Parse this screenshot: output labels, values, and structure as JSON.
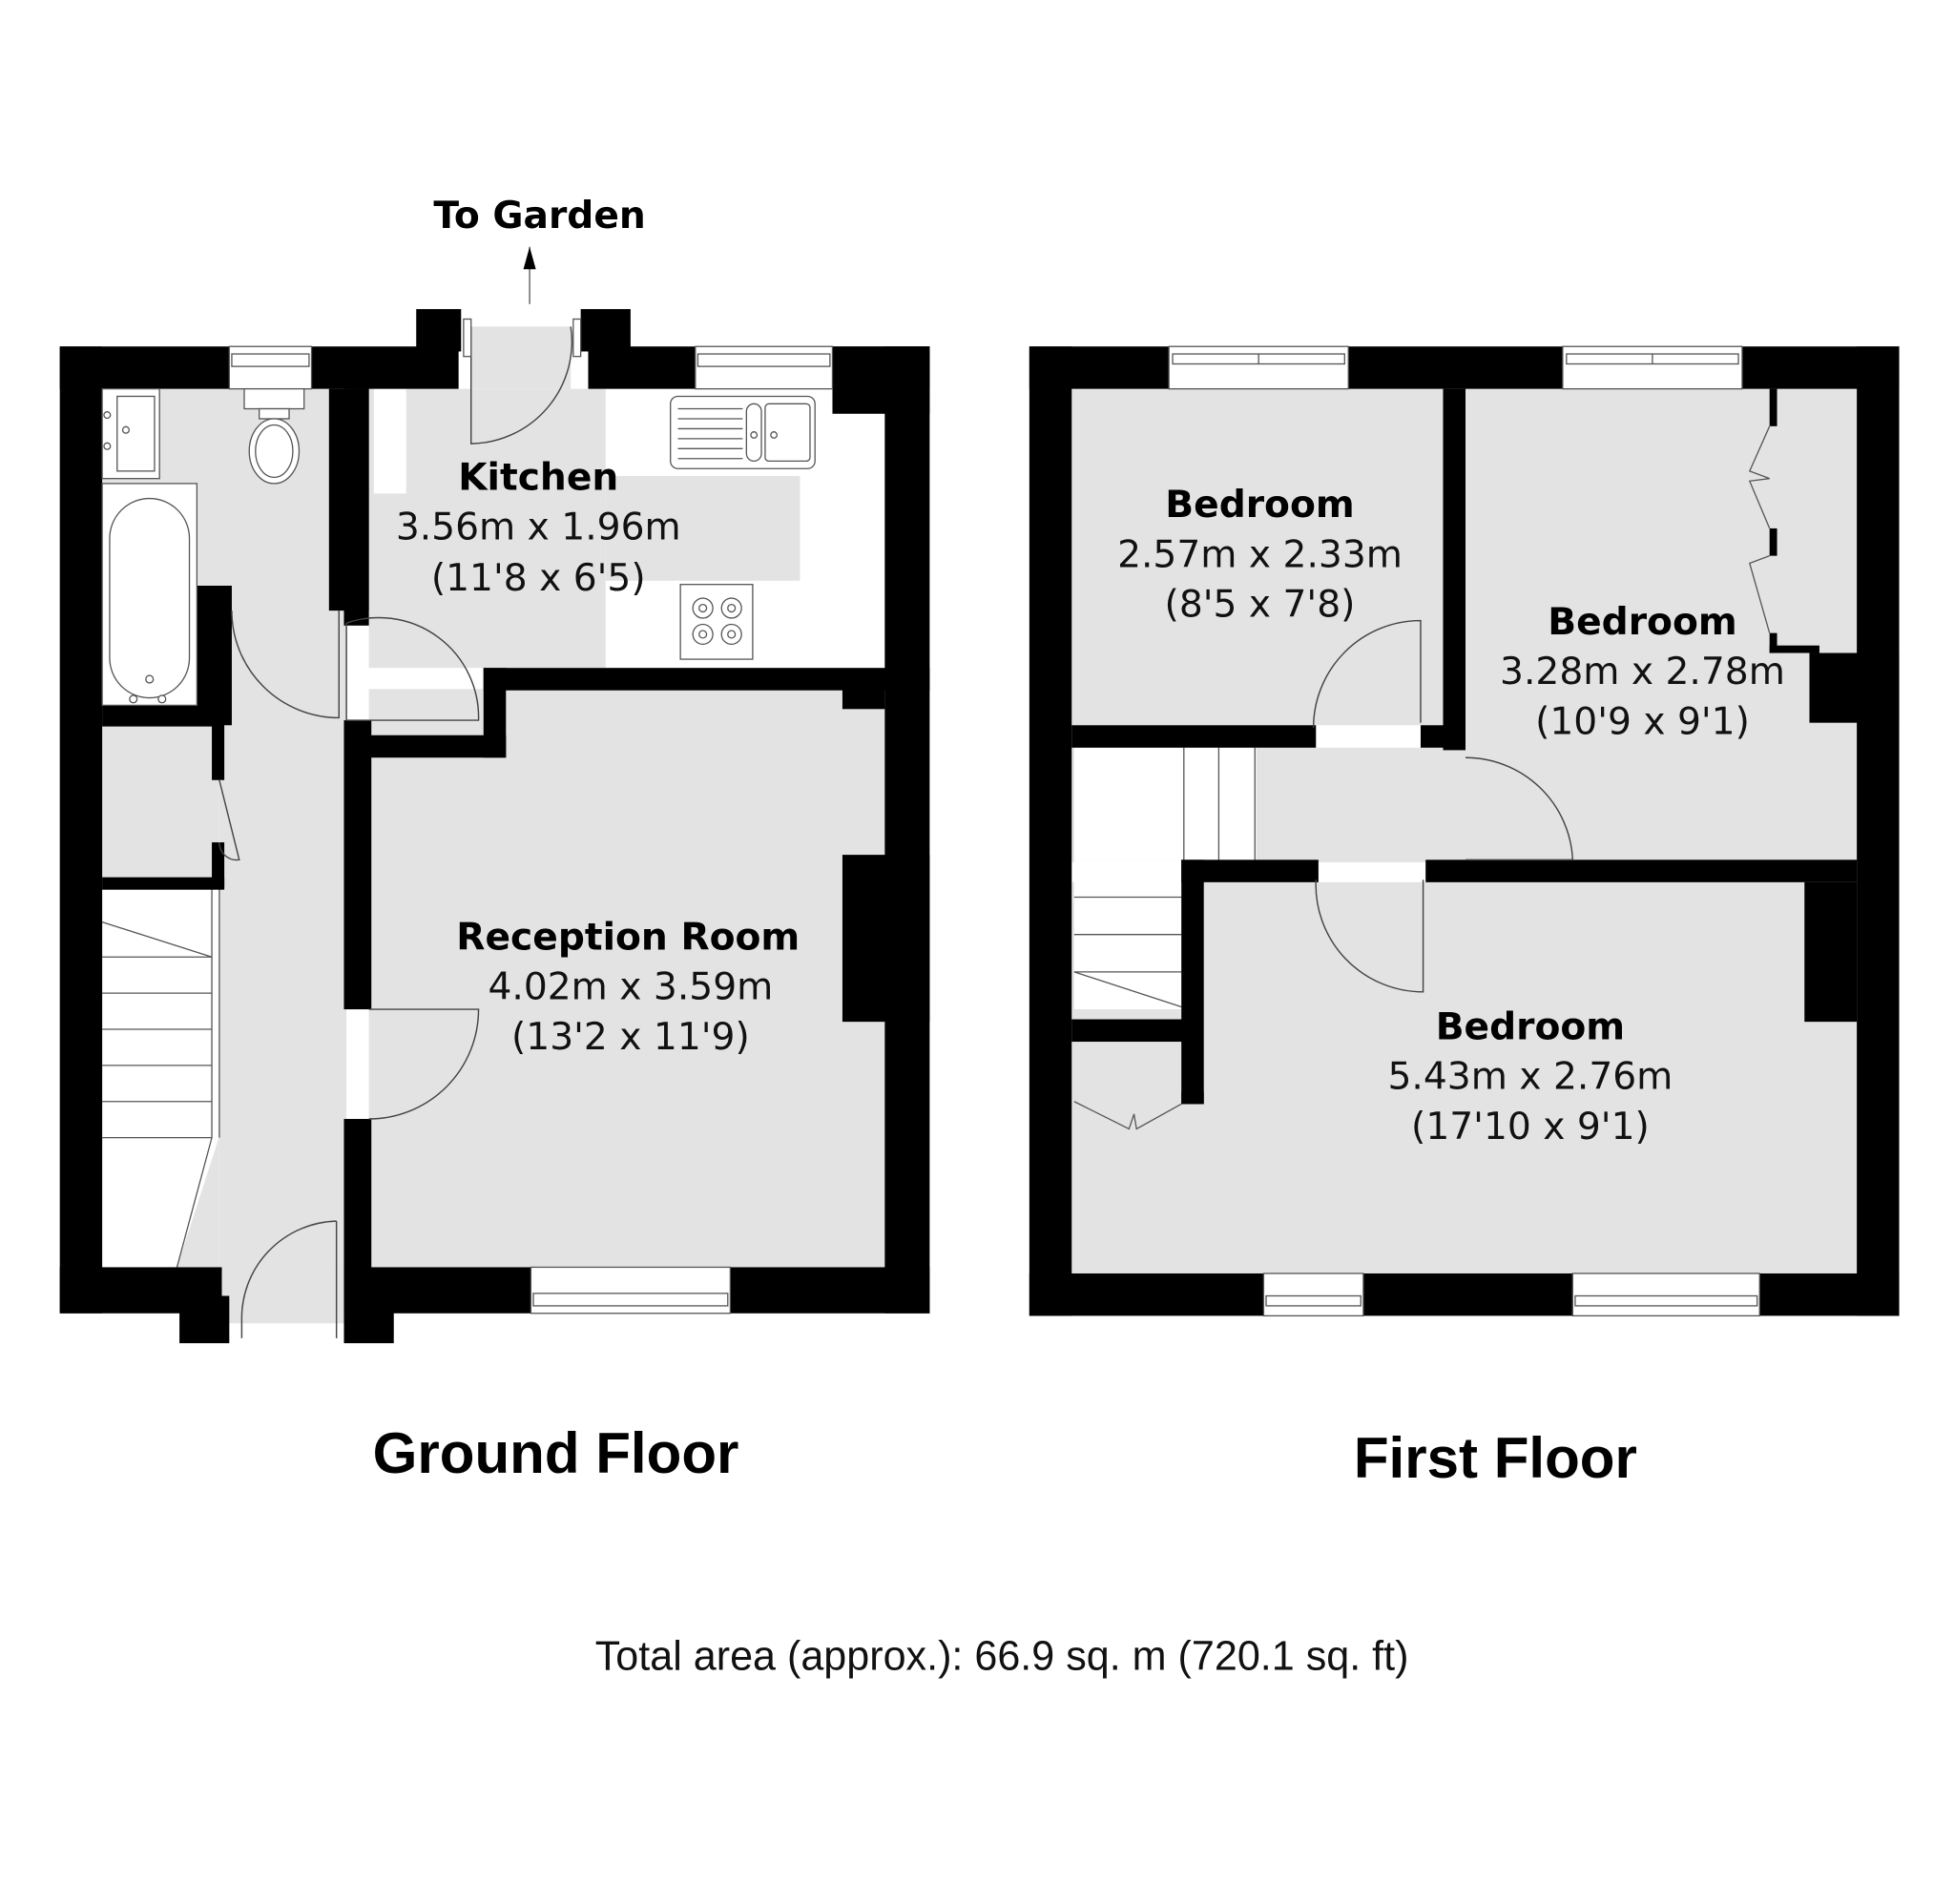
{
  "labels": {
    "to_garden": "To Garden",
    "ground_floor": "Ground Floor",
    "first_floor": "First Floor",
    "total_area": "Total area (approx.): 66.9 sq. m (720.1 sq. ft)"
  },
  "ground_floor": {
    "rooms": [
      {
        "name": "Kitchen",
        "metric": "3.56m x 1.96m",
        "imperial": "(11'8 x 6'5)"
      },
      {
        "name": "Reception Room",
        "metric": "4.02m x 3.59m",
        "imperial": "(13'2 x 11'9)"
      }
    ],
    "fixtures": [
      "bath-icon",
      "toilet-icon",
      "basin-icon",
      "sink-icon",
      "hob-icon",
      "stairs-icon"
    ]
  },
  "first_floor": {
    "rooms": [
      {
        "name": "Bedroom",
        "metric": "2.57m x 2.33m",
        "imperial": "(8'5 x 7'8)"
      },
      {
        "name": "Bedroom",
        "metric": "3.28m x 2.78m",
        "imperial": "(10'9 x 9'1)"
      },
      {
        "name": "Bedroom",
        "metric": "5.43m x 2.76m",
        "imperial": "(17'10 x 9'1)"
      }
    ],
    "fixtures": [
      "wardrobe-icon",
      "cupboard-icon",
      "stairs-icon"
    ]
  },
  "colors": {
    "wall": "#000000",
    "floor": "#e3e3e3",
    "background": "#ffffff"
  }
}
